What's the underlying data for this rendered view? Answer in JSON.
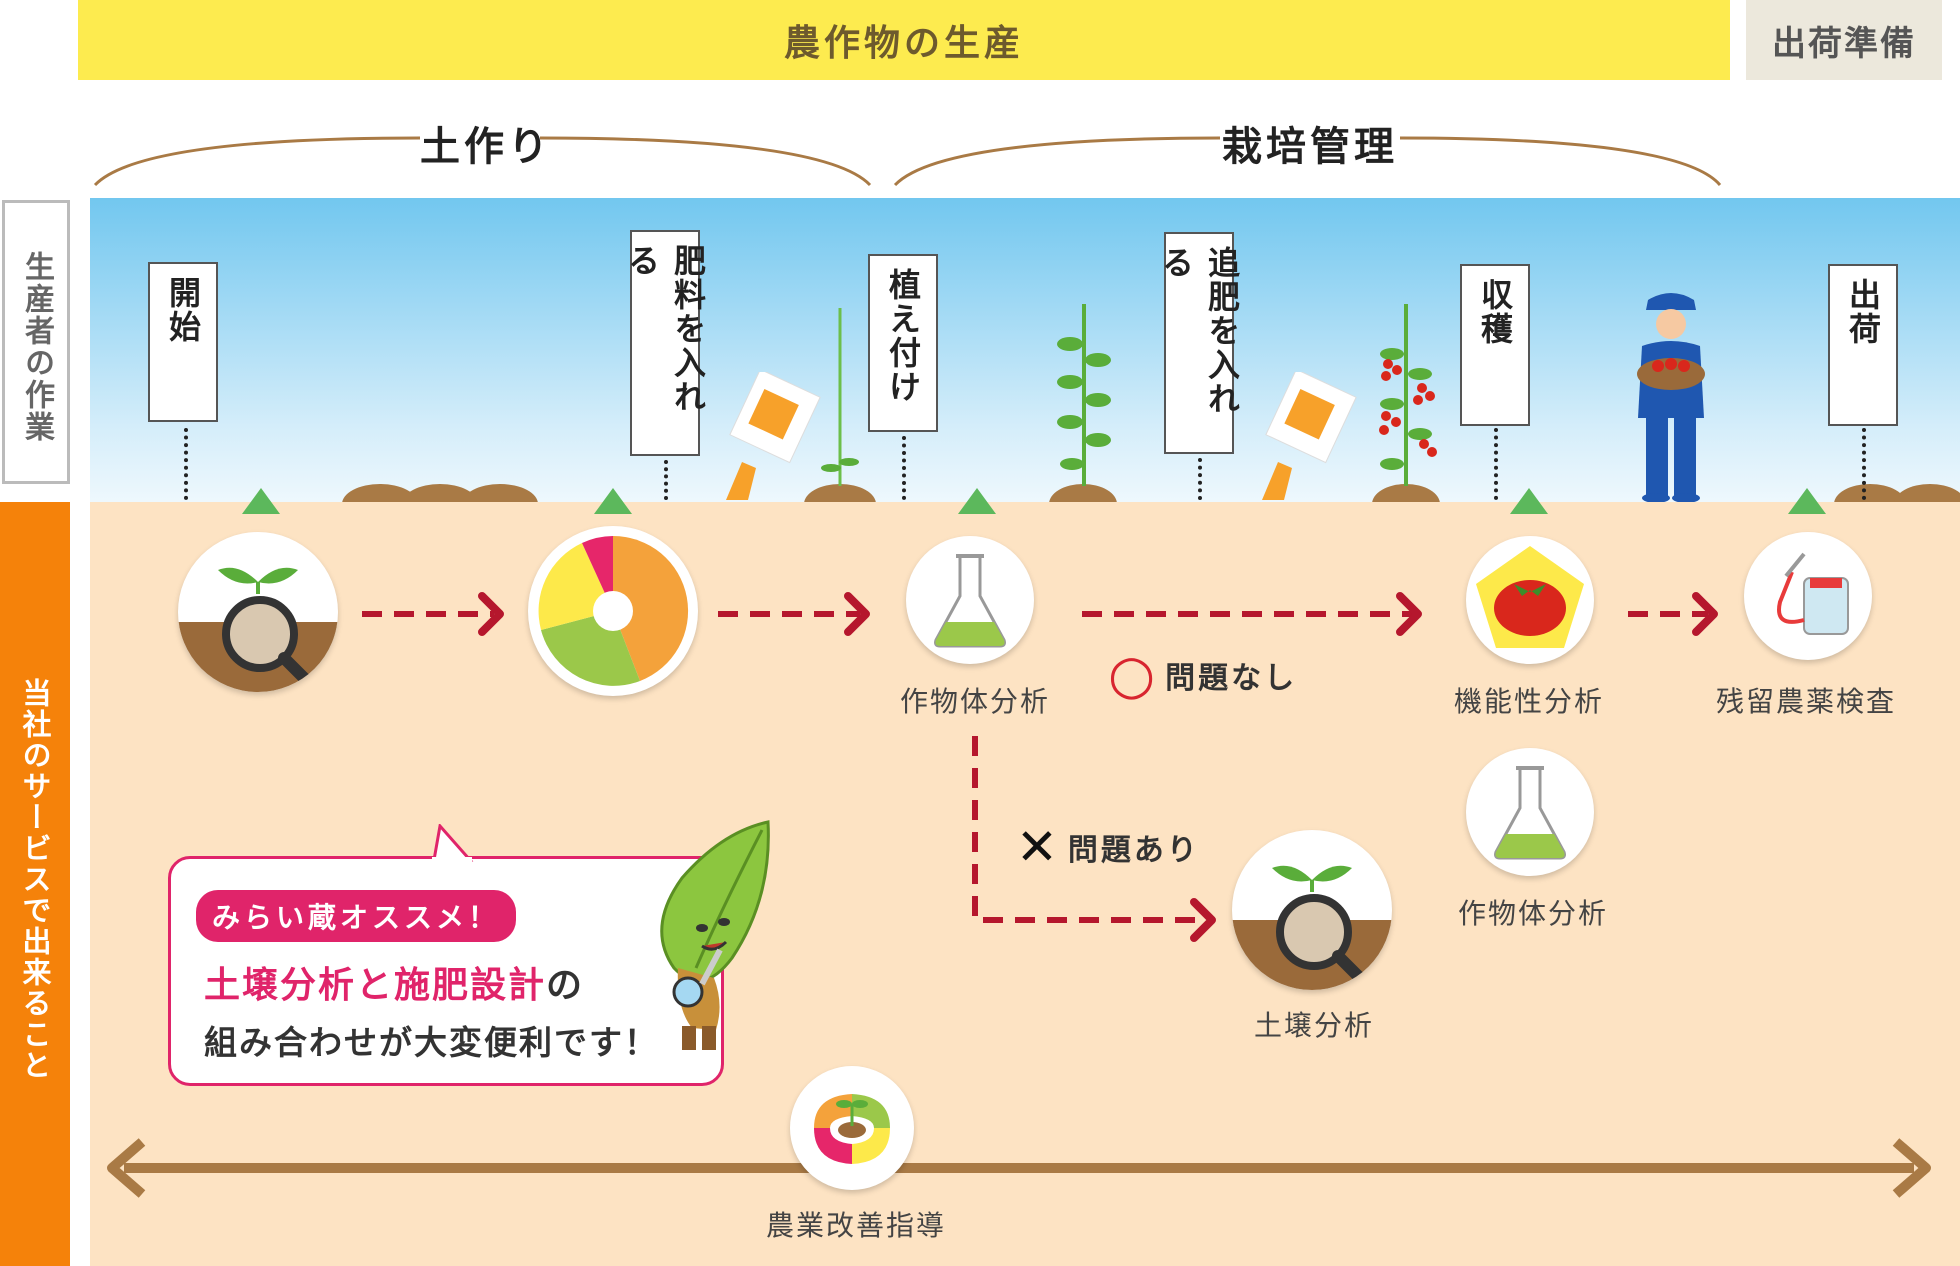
{
  "top_band": {
    "production": "農作物の生産",
    "shipping_prep": "出荷準備"
  },
  "phases": {
    "soil": "土作り",
    "cultivation": "栽培管理"
  },
  "row_labels": {
    "producer": "生産者の作業",
    "service": "当社のサービスで出来ること"
  },
  "producer_steps": [
    "開始",
    "肥料を入れる",
    "植え付け",
    "追肥を入れる",
    "収穫",
    "出荷"
  ],
  "service_labels": {
    "plant_analysis": "作物体分析",
    "functional_analysis": "機能性分析",
    "residue_inspection": "残留農薬検査",
    "plant_analysis_2": "作物体分析",
    "soil_analysis": "土壌分析",
    "agri_guidance": "農業改善指導"
  },
  "branches": {
    "ok": "問題なし",
    "ng": "問題あり",
    "ok_mark": "○",
    "ng_mark": "✕"
  },
  "callout": {
    "badge": "みらい蔵オススメ！",
    "line1_em": "土壌分析と施肥設計",
    "line1_tail": "の",
    "line2": "組み合わせが大変便利です！"
  },
  "colors": {
    "yellow_band": "#fdeb4f",
    "gray_band": "#ece8dc",
    "service_bg": "#fde3c3",
    "orange": "#f5820a",
    "dash_red": "#b5172d",
    "brown": "#a97a45",
    "green": "#5cb85c"
  }
}
